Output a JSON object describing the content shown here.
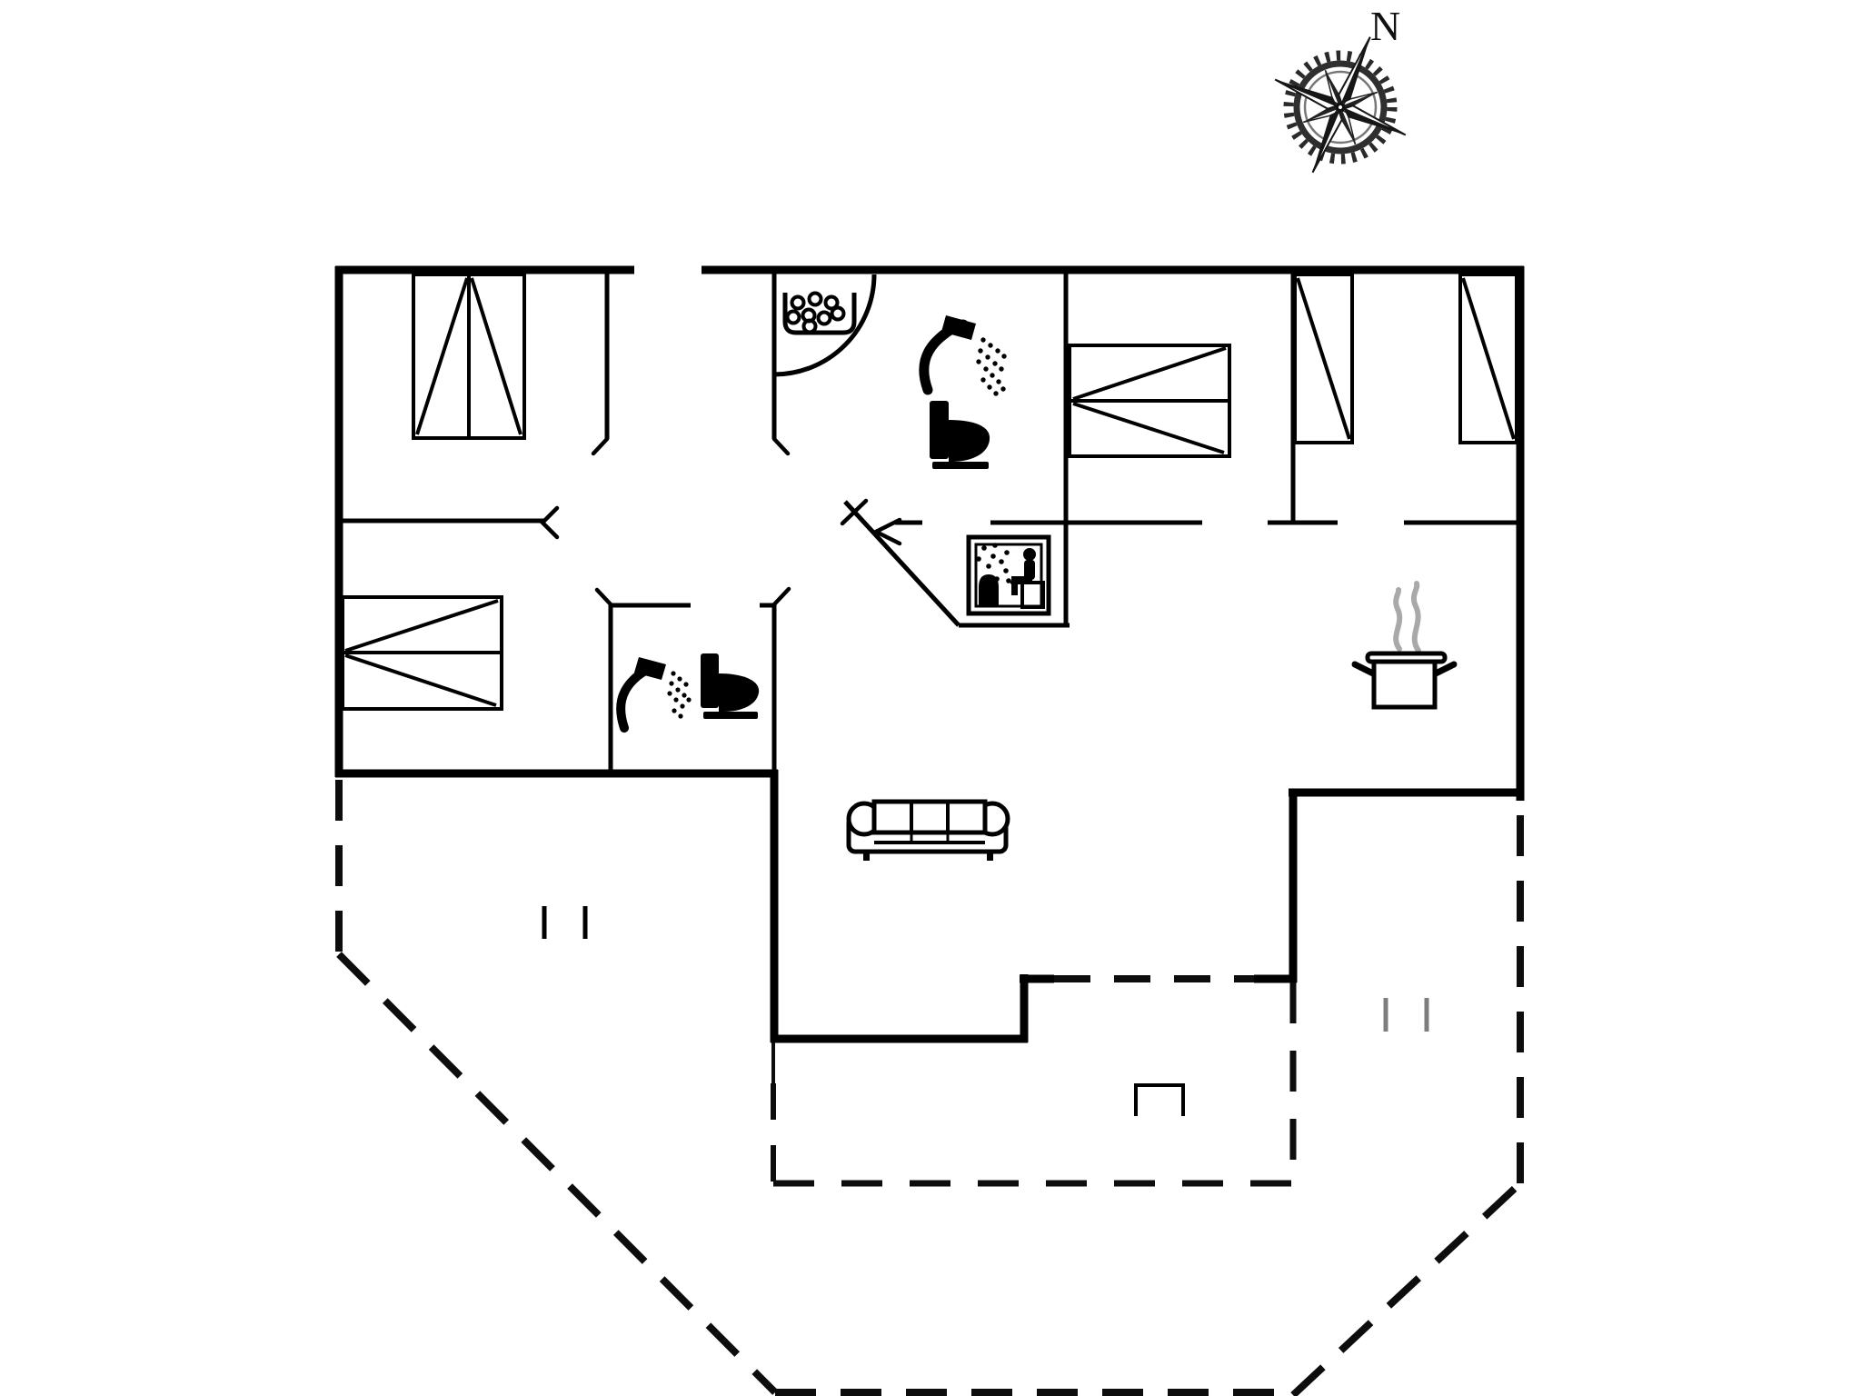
{
  "compass": {
    "label": "N"
  },
  "colors": {
    "line": "#000000",
    "background": "#ffffff",
    "steam_gray": "#a9a9a9",
    "terrace_mark_gray": "#7d7d7d"
  },
  "icons": [
    {
      "name": "compass-rose-icon",
      "shape": "toothed 8-point compass rose, needle pointing NNE toward N label"
    },
    {
      "name": "double-bed-icon",
      "count": 3,
      "shape": "rectangle split in two with chevron diagonals"
    },
    {
      "name": "single-bed-icon",
      "count": 2,
      "shape": "rectangle with one diagonal"
    },
    {
      "name": "shower-icon",
      "count": 2,
      "shape": "hand shower head with spray dots"
    },
    {
      "name": "toilet-icon",
      "count": 2,
      "shape": "black toilet side silhouette"
    },
    {
      "name": "whirlpool-corner-bath-icon",
      "count": 1,
      "shape": "quarter-circle arc with bubble tray"
    },
    {
      "name": "sauna-icon",
      "count": 1,
      "shape": "framed pictogram: person on bench, stove, steam dots"
    },
    {
      "name": "cooking-pot-icon",
      "count": 1,
      "shape": "pot with two handles and rising steam"
    },
    {
      "name": "sofa-icon",
      "count": 1,
      "shape": "three-seat couch, front view"
    },
    {
      "name": "terrace-boundary",
      "shape": "dashed outline, partly diagonal"
    },
    {
      "name": "terrace-step-marker",
      "count": 3,
      "shape": "small tick marks / open rectangle"
    }
  ]
}
